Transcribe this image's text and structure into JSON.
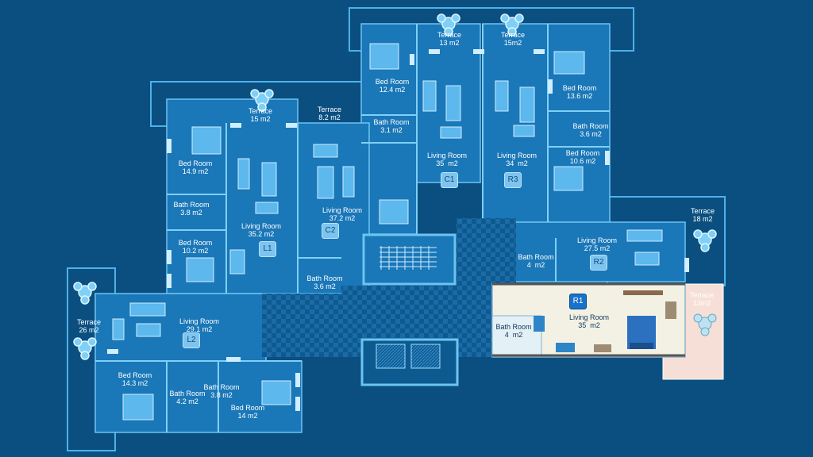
{
  "units": {
    "C1": {
      "badge": "C1",
      "rooms": [
        {
          "name": "Bed Room",
          "area": "12.4 m2"
        },
        {
          "name": "Bath Room",
          "area": "3.1 m2"
        },
        {
          "name": "Living Room",
          "area": "35  m2"
        },
        {
          "name": "Terrace",
          "area": "13 m2"
        }
      ]
    },
    "R3": {
      "badge": "R3",
      "rooms": [
        {
          "name": "Terrace",
          "area": "15m2"
        },
        {
          "name": "Bed Room",
          "area": "13.6 m2"
        },
        {
          "name": "Bath Room",
          "area": "3.6 m2"
        },
        {
          "name": "Bed Room",
          "area": "10.6 m2"
        },
        {
          "name": "Living Room",
          "area": "34  m2"
        }
      ]
    },
    "L1": {
      "badge": "L1",
      "rooms": [
        {
          "name": "Terrace",
          "area": "15 m2"
        },
        {
          "name": "Bed Room",
          "area": "14.9 m2"
        },
        {
          "name": "Bath Room",
          "area": "3.8 m2"
        },
        {
          "name": "Bed Room",
          "area": "10.2 m2"
        },
        {
          "name": "Living Room",
          "area": "35.2 m2"
        }
      ]
    },
    "C2": {
      "badge": "C2",
      "rooms": [
        {
          "name": "Terrace",
          "area": "8.2 m2"
        },
        {
          "name": "Living Room",
          "area": "37.2 m2"
        },
        {
          "name": "Bath Room",
          "area": "3.6 m2"
        }
      ]
    },
    "R2": {
      "badge": "R2",
      "rooms": [
        {
          "name": "Terrace",
          "area": "18 m2"
        },
        {
          "name": "Living Room",
          "area": "27.5 m2"
        },
        {
          "name": "Bath Room",
          "area": "4  m2"
        }
      ]
    },
    "R1": {
      "badge": "R1",
      "rooms": [
        {
          "name": "Living Room",
          "area": "35  m2"
        },
        {
          "name": "Bath Room",
          "area": "4  m2"
        },
        {
          "name": "Terrace",
          "area": "13m2"
        }
      ]
    },
    "L2": {
      "badge": "L2",
      "rooms": [
        {
          "name": "Terrace",
          "area": "26 m2"
        },
        {
          "name": "Living Room",
          "area": "29.1 m2"
        },
        {
          "name": "Bed Room",
          "area": "14.3 m2"
        },
        {
          "name": "Bath Room",
          "area": "4.2 m2"
        },
        {
          "name": "Bath Room",
          "area": "3.8 m2"
        },
        {
          "name": "Bed Room",
          "area": "14 m2"
        }
      ]
    }
  },
  "selected_unit": "R1",
  "colors": {
    "background": "#0a4f80",
    "floor": "#1a77b8",
    "wall": "#6cc4f2",
    "selected_floor": "#f3f1e4",
    "selected_terrace": "#f6dfd6",
    "accent": "#1673c9"
  }
}
